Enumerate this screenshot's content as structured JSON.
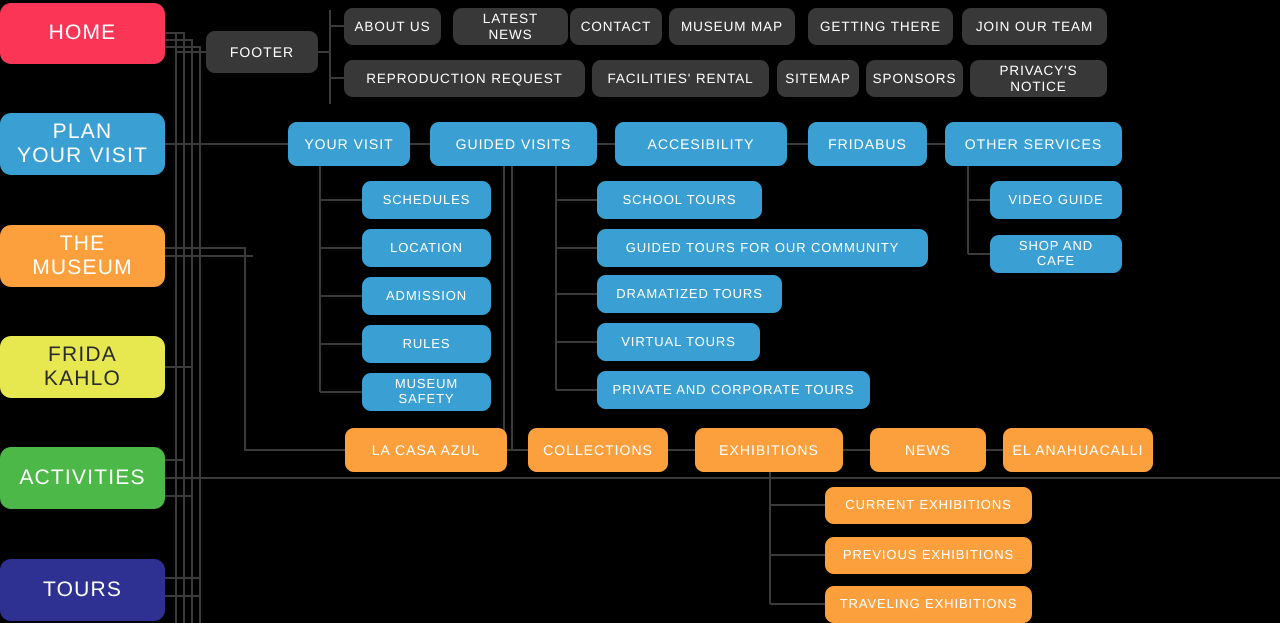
{
  "diagram": {
    "title": "Museum Website Sitemap",
    "type": "sitemap-tree",
    "background": "#000000",
    "connector_color": "#3a3a3a",
    "palette": {
      "home": "#fa3556",
      "plan_your_visit": "#3a9fd2",
      "the_museum": "#fca03e",
      "frida_kahlo": "#e7e84f",
      "activities": "#4cb848",
      "tours": "#2e3192",
      "footer": "#383838"
    }
  },
  "primary_nav": [
    {
      "label": "HOME",
      "color_key": "home"
    },
    {
      "label": "PLAN\nYOUR VISIT",
      "color_key": "plan_your_visit"
    },
    {
      "label": "THE MUSEUM",
      "color_key": "the_museum"
    },
    {
      "label": "FRIDA\nKAHLO",
      "color_key": "frida_kahlo"
    },
    {
      "label": "ACTIVITIES",
      "color_key": "activities"
    },
    {
      "label": "TOURS",
      "color_key": "tours"
    }
  ],
  "footer": {
    "label": "FOOTER",
    "row1": [
      {
        "label": "ABOUT US"
      },
      {
        "label": "LATEST NEWS"
      },
      {
        "label": "CONTACT"
      },
      {
        "label": "MUSEUM MAP"
      },
      {
        "label": "GETTING THERE"
      },
      {
        "label": "JOIN OUR TEAM"
      }
    ],
    "row2": [
      {
        "label": "REPRODUCTION REQUEST"
      },
      {
        "label": "FACILITIES' RENTAL"
      },
      {
        "label": "SITEMAP"
      },
      {
        "label": "SPONSORS"
      },
      {
        "label": "PRIVACY'S NOTICE"
      }
    ]
  },
  "blue_row": [
    {
      "label": "YOUR VISIT"
    },
    {
      "label": "GUIDED VISITS"
    },
    {
      "label": "ACCESIBILITY"
    },
    {
      "label": "FRIDABUS"
    },
    {
      "label": "OTHER SERVICES"
    }
  ],
  "your_visit_children": [
    {
      "label": "SCHEDULES"
    },
    {
      "label": "LOCATION"
    },
    {
      "label": "ADMISSION"
    },
    {
      "label": "RULES"
    },
    {
      "label": "MUSEUM SAFETY"
    }
  ],
  "guided_visits_children": [
    {
      "label": "SCHOOL TOURS"
    },
    {
      "label": "GUIDED TOURS FOR OUR COMMUNITY"
    },
    {
      "label": "DRAMATIZED TOURS"
    },
    {
      "label": "VIRTUAL TOURS"
    },
    {
      "label": "PRIVATE AND CORPORATE TOURS"
    }
  ],
  "other_services_children": [
    {
      "label": "VIDEO GUIDE"
    },
    {
      "label": "SHOP AND CAFE"
    }
  ],
  "orange_row": [
    {
      "label": "LA CASA AZUL"
    },
    {
      "label": "COLLECTIONS"
    },
    {
      "label": "EXHIBITIONS"
    },
    {
      "label": "NEWS"
    },
    {
      "label": "EL ANAHUACALLI"
    }
  ],
  "exhibitions_children": [
    {
      "label": "CURRENT EXHIBITIONS"
    },
    {
      "label": "PREVIOUS EXHIBITIONS"
    },
    {
      "label": "TRAVELING EXHIBITIONS"
    }
  ]
}
